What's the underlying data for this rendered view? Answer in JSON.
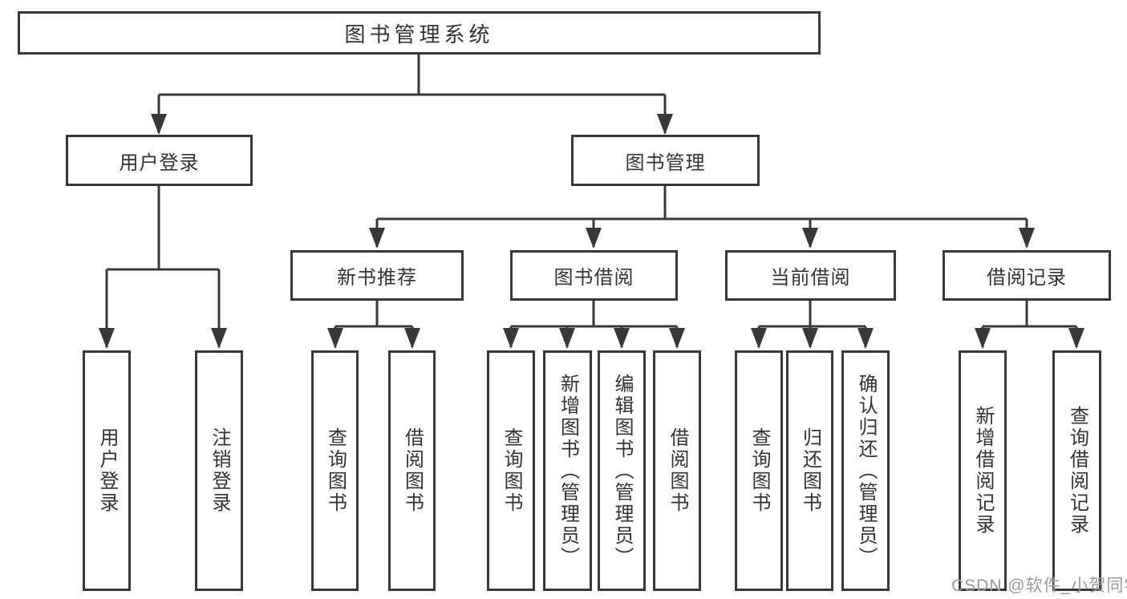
{
  "colors": {
    "line": "#383838",
    "text": "#333333",
    "watermark_color": "#9b9b9b",
    "background": "#ffffff"
  },
  "watermark": "CSDN @软件_小贺同学",
  "tree": {
    "label": "图书管理系统",
    "children": [
      {
        "label": "用户登录",
        "children": [
          {
            "label": "用户登录"
          },
          {
            "label": "注销登录"
          }
        ]
      },
      {
        "label": "图书管理",
        "children": [
          {
            "label": "新书推荐",
            "children": [
              {
                "label": "查询图书"
              },
              {
                "label": "借阅图书"
              }
            ]
          },
          {
            "label": "图书借阅",
            "children": [
              {
                "label": "查询图书"
              },
              {
                "label": "新增图书（管理员）"
              },
              {
                "label": "编辑图书（管理员）"
              },
              {
                "label": "借阅图书"
              }
            ]
          },
          {
            "label": "当前借阅",
            "children": [
              {
                "label": "查询图书"
              },
              {
                "label": "归还图书"
              },
              {
                "label": "确认归还（管理员）"
              }
            ]
          },
          {
            "label": "借阅记录",
            "children": [
              {
                "label": "新增借阅记录"
              },
              {
                "label": "查询借阅记录"
              }
            ]
          }
        ]
      }
    ]
  }
}
